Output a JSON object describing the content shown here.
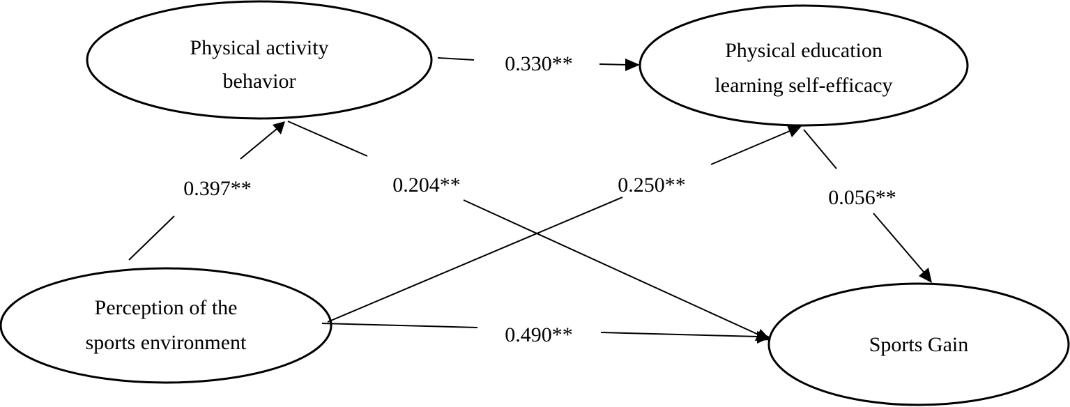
{
  "nodes": {
    "physical_activity": {
      "lines": [
        "Physical activity",
        "behavior"
      ]
    },
    "self_efficacy": {
      "lines": [
        "Physical education",
        "learning self-efficacy"
      ]
    },
    "perception": {
      "lines": [
        "Perception of the",
        "sports environment"
      ]
    },
    "sports_gain": {
      "lines": [
        "Sports Gain"
      ]
    }
  },
  "edges": {
    "activity_to_efficacy": "0.330**",
    "perception_to_activity": "0.397**",
    "activity_to_gain": "0.204**",
    "perception_to_efficacy": "0.250**",
    "efficacy_to_gain": "0.056**",
    "perception_to_gain": "0.490**"
  },
  "colors": {
    "stroke": "#000000",
    "background": "#ffffff"
  }
}
